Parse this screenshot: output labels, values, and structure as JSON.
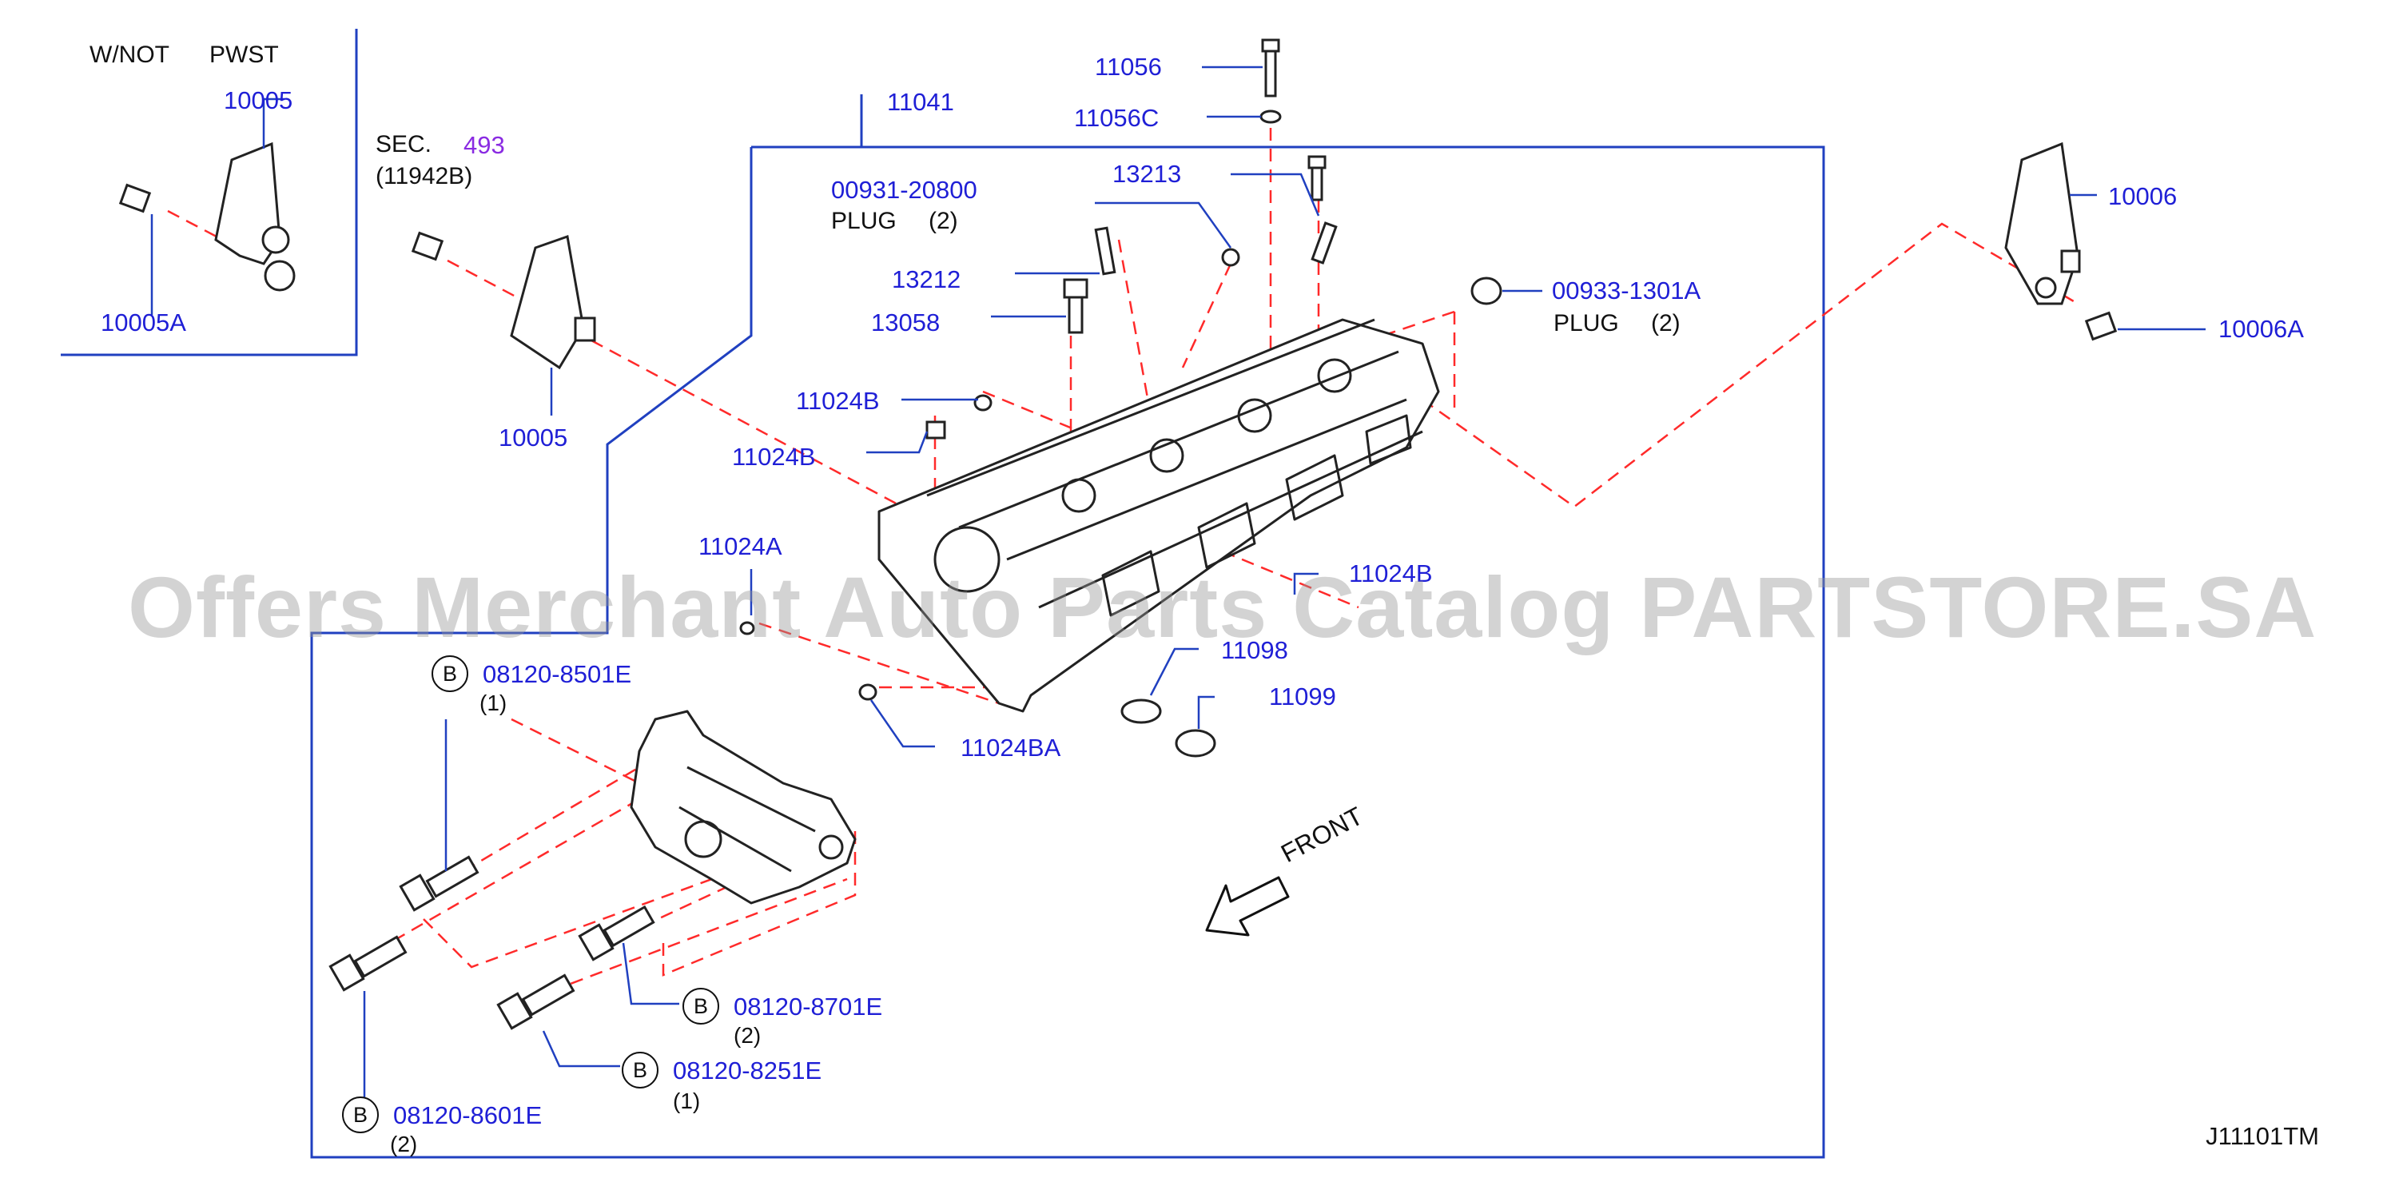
{
  "inset_header": {
    "left": "W/NOT",
    "right": "PWST"
  },
  "section_ref": {
    "prefix": "SEC.",
    "number": "493",
    "sub": "(11942B)"
  },
  "colors": {
    "part_number": "#1f1fd6",
    "section_number": "#8a2be2",
    "leader": "#2040c0",
    "dash": "#ff2a2a",
    "outline": "#222222"
  },
  "parts": {
    "p11056": "11056",
    "p11056C": "11056C",
    "p11041": "11041",
    "p13213": "13213",
    "p00931": "00931-20800",
    "p00931_desc": "PLUG",
    "p00931_qty": "(2)",
    "p13212": "13212",
    "p13058": "13058",
    "p00933": "00933-1301A",
    "p00933_desc": "PLUG",
    "p00933_qty": "(2)",
    "p10006": "10006",
    "p10006A": "10006A",
    "p10005_inset": "10005",
    "p10005A": "10005A",
    "p10005": "10005",
    "p11024B_a": "11024B",
    "p11024B_b": "11024B",
    "p11024B_c": "11024B",
    "p11024A": "11024A",
    "p11024BA": "11024BA",
    "p11098": "11098",
    "p11099": "11099",
    "bolt1": "08120-8501E",
    "bolt1_qty": "(1)",
    "bolt2": "08120-8701E",
    "bolt2_qty": "(2)",
    "bolt3": "08120-8251E",
    "bolt3_qty": "(1)",
    "bolt4": "08120-8601E",
    "bolt4_qty": "(2)",
    "bolt_mark": "B"
  },
  "front_label": "FRONT",
  "watermark": "Offers Merchant Auto Parts Catalog PARTSTORE.SA",
  "diagram_code": "J11101TM"
}
